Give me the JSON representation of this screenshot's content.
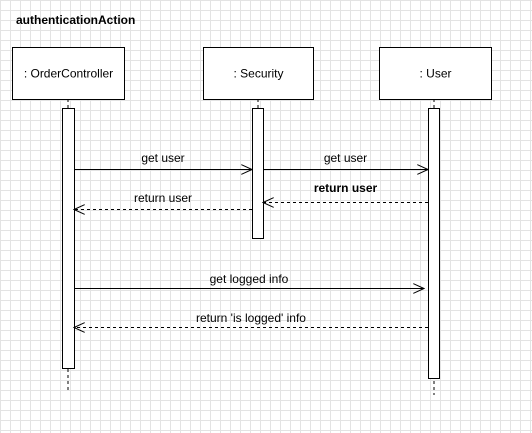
{
  "title": "authenticationAction",
  "participants": [
    {
      "id": "controller",
      "label": ": OrderController"
    },
    {
      "id": "security",
      "label": ": Security"
    },
    {
      "id": "user",
      "label": ": User"
    }
  ],
  "messages": [
    {
      "id": "msg-get-user-1",
      "label": "get user",
      "from": "controller",
      "to": "security",
      "kind": "sync",
      "bold": false
    },
    {
      "id": "msg-get-user-2",
      "label": "get user",
      "from": "security",
      "to": "user",
      "kind": "sync",
      "bold": false
    },
    {
      "id": "msg-return-user-1",
      "label": "return user",
      "from": "user",
      "to": "security",
      "kind": "return",
      "bold": true
    },
    {
      "id": "msg-return-user-2",
      "label": "return user",
      "from": "security",
      "to": "controller",
      "kind": "return",
      "bold": false
    },
    {
      "id": "msg-get-logged-info",
      "label": "get logged info",
      "from": "controller",
      "to": "user",
      "kind": "sync",
      "bold": false
    },
    {
      "id": "msg-return-is-logged",
      "label": "return 'is logged' info",
      "from": "user",
      "to": "controller",
      "kind": "return",
      "bold": false
    }
  ],
  "colors": {
    "line": "#000000",
    "box_fill": "#ffffff",
    "grid": "#e3e3e3"
  }
}
